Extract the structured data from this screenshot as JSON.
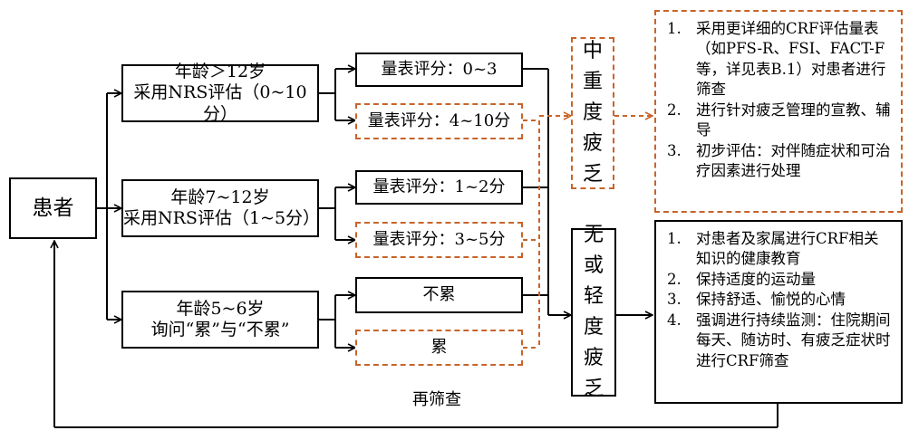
{
  "patient": "患者",
  "age_groups": [
    {
      "line1": "年龄＞12岁",
      "line2": "采用NRS评估（0~10分）"
    },
    {
      "line1": "年龄7~12岁",
      "line2": "采用NRS评估（1~5分）"
    },
    {
      "line1": "年龄5~6岁",
      "line2": "询问“累”与“不累”"
    }
  ],
  "scores": [
    "量表评分：0~3",
    "量表评分：4~10分",
    "量表评分：1~2分",
    "量表评分：3~5分",
    "不累",
    "累"
  ],
  "fatigue": {
    "moderate": [
      "中",
      "重",
      "度",
      "疲",
      "乏"
    ],
    "none": [
      "无",
      "或",
      "轻",
      "度",
      "疲",
      "乏"
    ]
  },
  "moderate_actions": [
    {
      "num": "1.",
      "text": "采用更详细的CRF评估量表（如PFS-R、FSI、FACT-F等，详见表B.1）对患者进行筛查"
    },
    {
      "num": "2.",
      "text": "进行针对疲乏管理的宣教、辅导"
    },
    {
      "num": "3.",
      "text": "初步评估：对伴随症状和可治疗因素进行处理"
    }
  ],
  "mild_actions": [
    {
      "num": "1.",
      "text": "对患者及家属进行CRF相关知识的健康教育"
    },
    {
      "num": "2.",
      "text": "保持适度的运动量"
    },
    {
      "num": "3.",
      "text": "保持舒适、愉悦的心情"
    },
    {
      "num": "4.",
      "text": "强调进行持续监测：住院期间每天、随访时、有疲乏症状时进行CRF筛查"
    }
  ],
  "rescreen": "再筛查",
  "colors": {
    "solid": "#000000",
    "dashed": "#c8642a"
  }
}
